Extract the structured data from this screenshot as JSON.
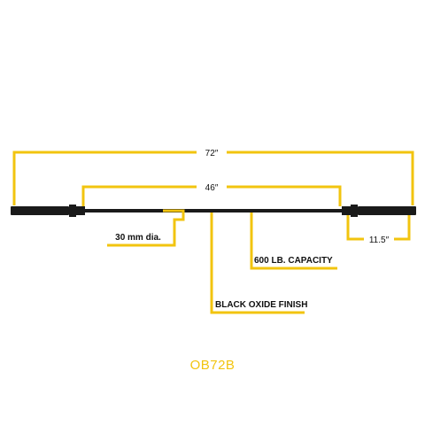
{
  "product": {
    "model": "OB72B"
  },
  "dimensions": {
    "overall_length": "72″",
    "shaft_length": "46″",
    "sleeve_length": "11.5″"
  },
  "callouts": {
    "diameter": "30 mm dia.",
    "capacity": "600 LB. CAPACITY",
    "finish": "BLACK OXIDE FINISH"
  },
  "colors": {
    "accent": "#F2C40F",
    "bar": "#1a1a1a",
    "text": "#111111"
  }
}
